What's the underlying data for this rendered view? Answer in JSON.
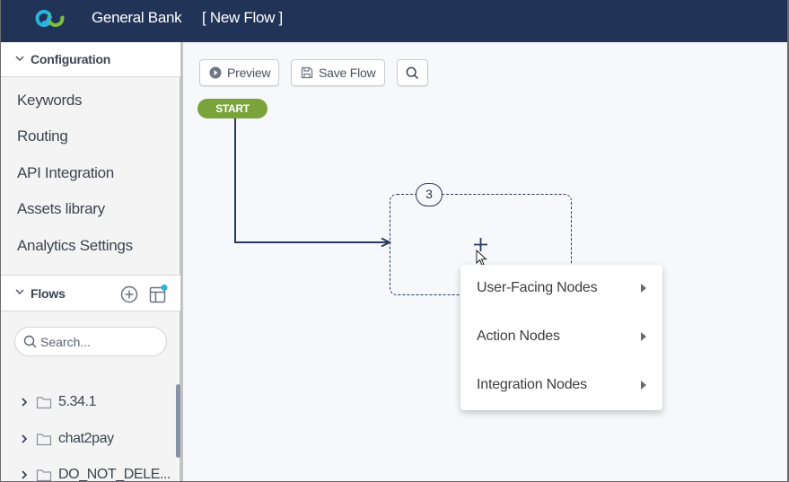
{
  "header": {
    "brand": "General Bank",
    "flow_name": "[ New Flow ]",
    "bg_color": "#213357",
    "logo_colors": [
      "#2bb3e0",
      "#7dbf3a"
    ]
  },
  "sidebar": {
    "configuration": {
      "title": "Configuration",
      "items": [
        {
          "label": "Keywords"
        },
        {
          "label": "Routing"
        },
        {
          "label": "API Integration"
        },
        {
          "label": "Assets library"
        },
        {
          "label": "Analytics Settings"
        }
      ]
    },
    "flows": {
      "title": "Flows",
      "search_placeholder": "Search...",
      "search_value": "",
      "folders": [
        {
          "label": "5.34.1"
        },
        {
          "label": "chat2pay"
        },
        {
          "label": "DO_NOT_DELE..."
        }
      ],
      "notification_dot_color": "#2bb3e0"
    }
  },
  "toolbar": {
    "preview_label": "Preview",
    "save_label": "Save Flow"
  },
  "canvas": {
    "start_label": "START",
    "start_color": "#7aa33b",
    "placeholder_node_number": "3",
    "context_menu": {
      "items": [
        {
          "label": "User-Facing Nodes"
        },
        {
          "label": "Action Nodes"
        },
        {
          "label": "Integration Nodes"
        }
      ]
    }
  }
}
